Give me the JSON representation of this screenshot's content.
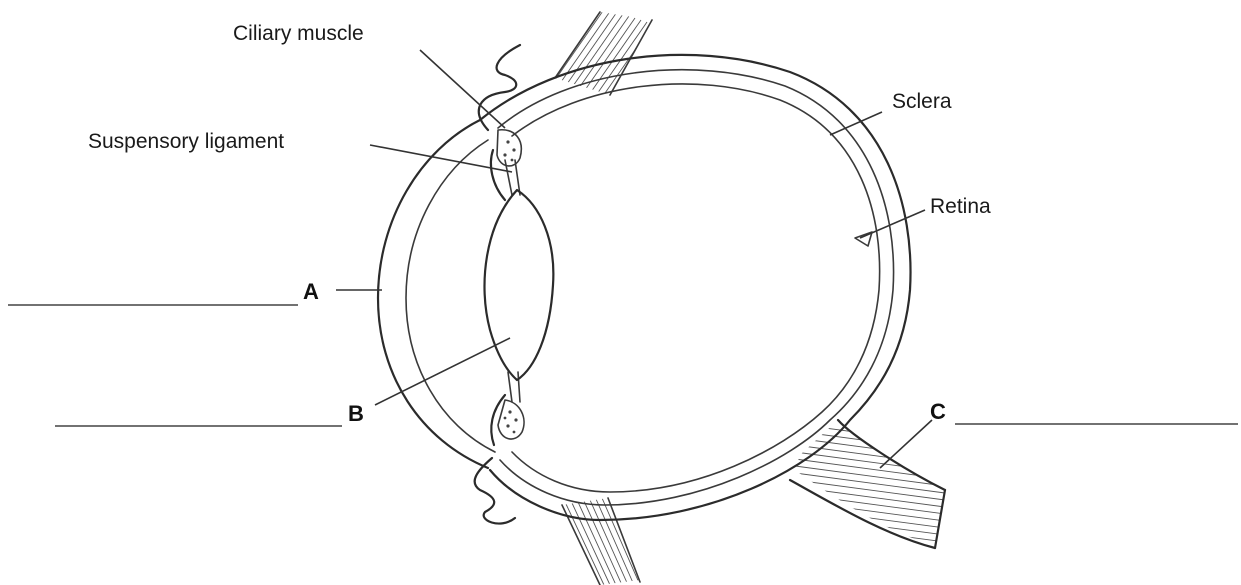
{
  "labels": {
    "ciliary_muscle": "Ciliary muscle",
    "suspensory_ligament": "Suspensory ligament",
    "sclera": "Sclera",
    "retina": "Retina"
  },
  "letters": {
    "a": "A",
    "b": "B",
    "c": "C"
  }
}
